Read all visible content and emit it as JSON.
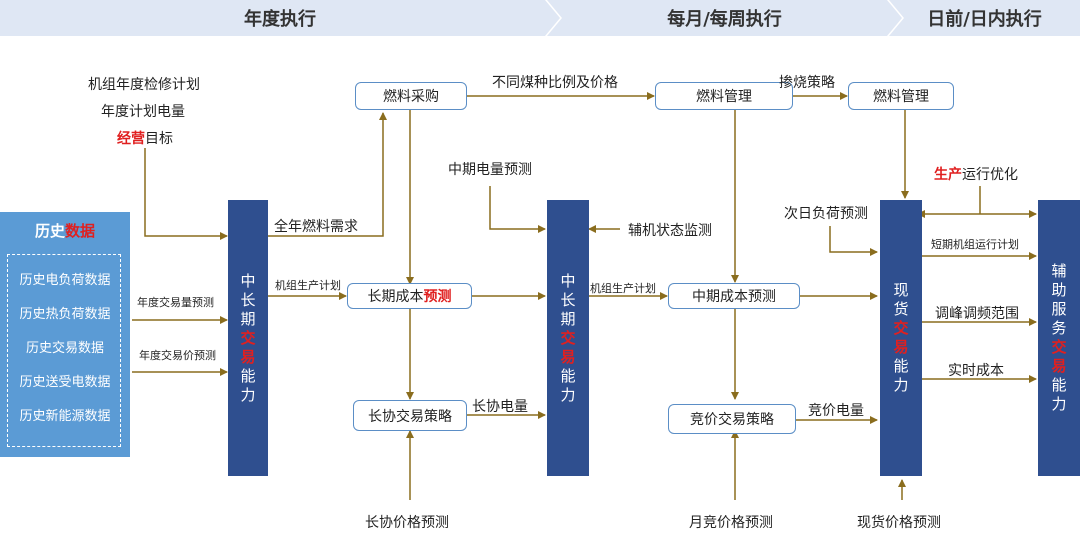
{
  "phases": [
    "年度执行",
    "每月/每周执行",
    "日前/日内执行"
  ],
  "inputs_top": {
    "line1": "机组年度检修计划",
    "line2": "年度计划电量",
    "line3_highlight": "经营",
    "line3_rest": "目标"
  },
  "history": {
    "title_a": "历史",
    "title_b": "数据",
    "items": [
      "历史电负荷数据",
      "历史热负荷数据",
      "历史交易数据",
      "历史送受电数据",
      "历史新能源数据"
    ]
  },
  "bars": {
    "mid_long_1": [
      "中",
      "长",
      "期",
      "交",
      "易",
      "能",
      "力"
    ],
    "mid_long_2": [
      "中",
      "长",
      "期",
      "交",
      "易",
      "能",
      "力"
    ],
    "spot": [
      "现",
      "货",
      "交",
      "易",
      "能",
      "力"
    ],
    "aux": [
      "辅",
      "助",
      "服",
      "务",
      "交",
      "易",
      "能",
      "力"
    ],
    "highlight_chars": [
      "交",
      "易"
    ]
  },
  "boxes": {
    "fuel_purchase": "燃料采购",
    "fuel_mgmt_1": "燃料管理",
    "fuel_mgmt_2": "燃料管理",
    "long_cost_a": "长期成本",
    "long_cost_b": "预测",
    "long_trade": "长协交易策略",
    "mid_cost": "中期成本预测",
    "bid_trade": "竞价交易策略"
  },
  "labels": {
    "coal_ratio": "不同煤种比例及价格",
    "blend": "掺烧策略",
    "annual_fuel": "全年燃料需求",
    "unit_plan_1": "机组生产计划",
    "unit_plan_2": "机组生产计划",
    "annual_vol_fc": "年度交易量预测",
    "annual_price_fc": "年度交易价预测",
    "long_power": "长协电量",
    "long_price_fc": "长协价格预测",
    "mid_power_fc": "中期电量预测",
    "aux_monitor": "辅机状态监测",
    "bid_power": "竞价电量",
    "month_price_fc": "月竞价格预测",
    "spot_price_fc": "现货价格预测",
    "next_day_load": "次日负荷预测",
    "prod_opt_a": "生产",
    "prod_opt_b": "运行优化",
    "short_unit_plan": "短期机组运行计划",
    "peak_range": "调峰调频范围",
    "realtime_cost": "实时成本"
  },
  "colors": {
    "bar": "#2f4f8f",
    "arrow": "#8a6d1e",
    "box_border": "#5b8ec6",
    "history_bg": "#5b9bd5",
    "highlight": "#e02020",
    "phase_bg": "#dfe7f4"
  }
}
